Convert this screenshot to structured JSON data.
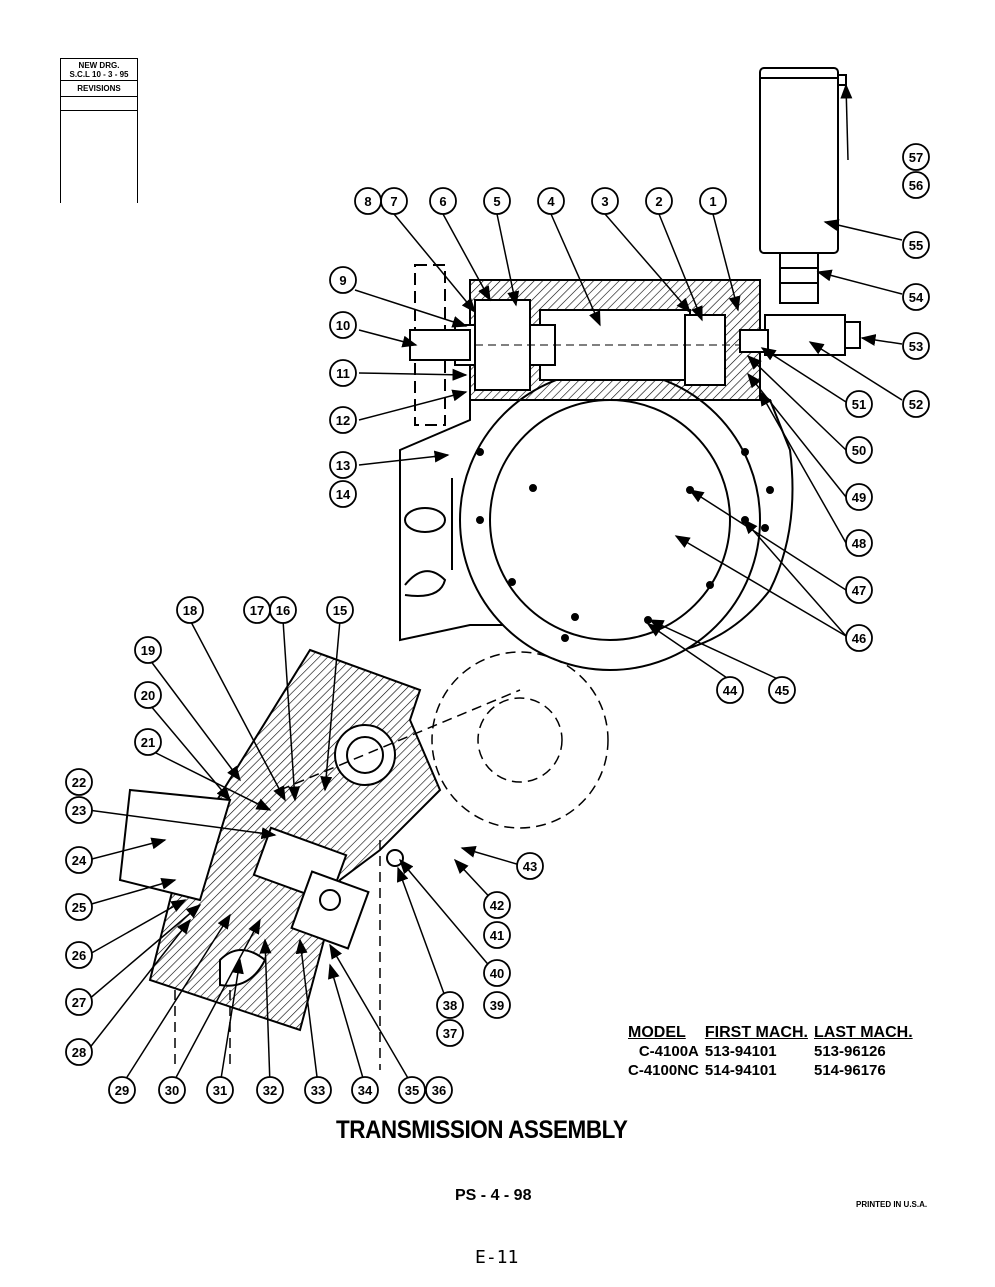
{
  "revisions": {
    "line1": "NEW DRG.",
    "line2": "S.C.L 10 - 3 - 95",
    "header": "REVISIONS"
  },
  "title": "TRANSMISSION ASSEMBLY",
  "document_code": "PS - 4 - 98",
  "printed": "PRINTED IN U.S.A.",
  "page_number": "E-11",
  "model_table": {
    "headers": [
      "MODEL",
      "FIRST MACH.",
      "LAST MACH."
    ],
    "rows": [
      [
        "C-4100A",
        "513-94101",
        "513-96126"
      ],
      [
        "C-4100NC",
        "514-94101",
        "514-96176"
      ]
    ]
  },
  "callouts": [
    "1",
    "2",
    "3",
    "4",
    "5",
    "6",
    "7",
    "8",
    "9",
    "10",
    "11",
    "12",
    "13",
    "14",
    "15",
    "16",
    "17",
    "18",
    "19",
    "20",
    "21",
    "22",
    "23",
    "24",
    "25",
    "26",
    "27",
    "28",
    "29",
    "30",
    "31",
    "32",
    "33",
    "34",
    "35",
    "36",
    "37",
    "38",
    "39",
    "40",
    "41",
    "42",
    "43",
    "44",
    "45",
    "46",
    "47",
    "48",
    "49",
    "50",
    "51",
    "52",
    "53",
    "54",
    "55",
    "56",
    "57"
  ]
}
